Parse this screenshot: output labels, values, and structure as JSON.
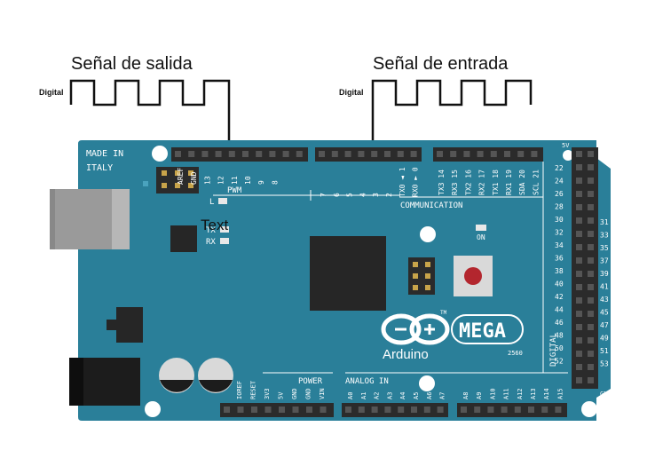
{
  "signals": {
    "output_title": "Señal de salida",
    "input_title": "Señal de entrada",
    "output_type": "Digital",
    "input_type": "Digital"
  },
  "board": {
    "made_in_line1": "MADE IN",
    "made_in_line2": "ITALY",
    "pwm": "PWM",
    "led_l": "L",
    "led_tx": "TX",
    "led_rx": "RX",
    "on": "ON",
    "communication": "COMMUNICATION",
    "power": "POWER",
    "analog_in": "ANALOG IN",
    "digital": "DIGITAL",
    "brand": "MEGA",
    "maker": "Arduino",
    "model": "2560",
    "tm": "TM",
    "pin_5v": "5V",
    "pin_gnd": "GND",
    "overlay_text": "Text",
    "pwm_pins": [
      "AREF",
      "GND",
      "13",
      "12",
      "11",
      "10",
      "9",
      "8"
    ],
    "pwm_pins2": [
      "7",
      "6",
      "5",
      "4",
      "3",
      "2",
      "TX0 ◄ 1",
      "RX0 ► 0"
    ],
    "comm_pins": [
      "TX3 14",
      "RX3 15",
      "TX2 16",
      "RX2 17",
      "TX1 18",
      "RX1 19",
      "SDA 20",
      "SCL 21"
    ],
    "power_pins": [
      "IOREF",
      "RESET",
      "3V3",
      "5V",
      "GND",
      "GND",
      "VIN"
    ],
    "analog_pins": [
      "A0",
      "A1",
      "A2",
      "A3",
      "A4",
      "A5",
      "A6",
      "A7"
    ],
    "analog_pins2": [
      "A8",
      "A9",
      "A10",
      "A11",
      "A12",
      "A13",
      "A14",
      "A15"
    ],
    "digital_left": [
      "22",
      "24",
      "26",
      "28",
      "30",
      "32",
      "34",
      "36",
      "38",
      "40",
      "42",
      "44",
      "46",
      "48",
      "50",
      "52"
    ],
    "digital_right": [
      "31",
      "33",
      "35",
      "37",
      "39",
      "41",
      "43",
      "45",
      "47",
      "49",
      "51",
      "53"
    ]
  },
  "colors": {
    "board": "#2a7f99",
    "board_dark": "#1f6880",
    "header": "#2b2b2b",
    "chip": "#262626",
    "wire": "#111111",
    "silk": "#ffffff"
  }
}
